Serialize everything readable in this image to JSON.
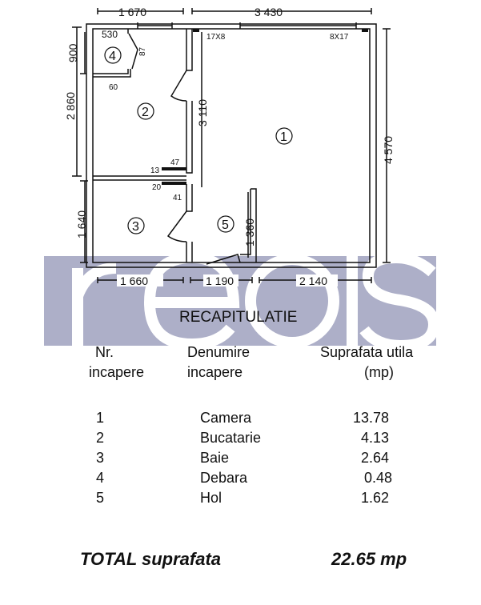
{
  "plan": {
    "dimensions_top": [
      "1 670",
      "3 430"
    ],
    "dimensions_bottom": [
      "1 660",
      "1 190",
      "2 140"
    ],
    "dimensions_left": [
      "900",
      "2 860",
      "1 640"
    ],
    "dimension_right": "4 570",
    "dimension_inner_vertical": "3 110",
    "dimension_hol": "1 360",
    "vent_labels": [
      "17X8",
      "8X17"
    ],
    "small_labels": [
      "530",
      "87",
      "60",
      "47",
      "13",
      "20",
      "41"
    ],
    "room_numbers": [
      "1",
      "2",
      "3",
      "4",
      "5"
    ]
  },
  "watermark": "reols",
  "recap": {
    "title": "RECAPITULATIE",
    "headers": [
      [
        "Nr.",
        "incapere"
      ],
      [
        "Denumire",
        "incapere"
      ],
      [
        "Suprafata utila",
        "(mp)"
      ]
    ],
    "rows": [
      {
        "nr": "1",
        "name": "Camera",
        "area": "13.78"
      },
      {
        "nr": "2",
        "name": "Bucatarie",
        "area": "4.13"
      },
      {
        "nr": "3",
        "name": "Baie",
        "area": "2.64"
      },
      {
        "nr": "4",
        "name": "Debara",
        "area": "0.48"
      },
      {
        "nr": "5",
        "name": "Hol",
        "area": "1.62"
      }
    ],
    "total_label": "TOTAL suprafata",
    "total_value": "22.65 mp"
  }
}
